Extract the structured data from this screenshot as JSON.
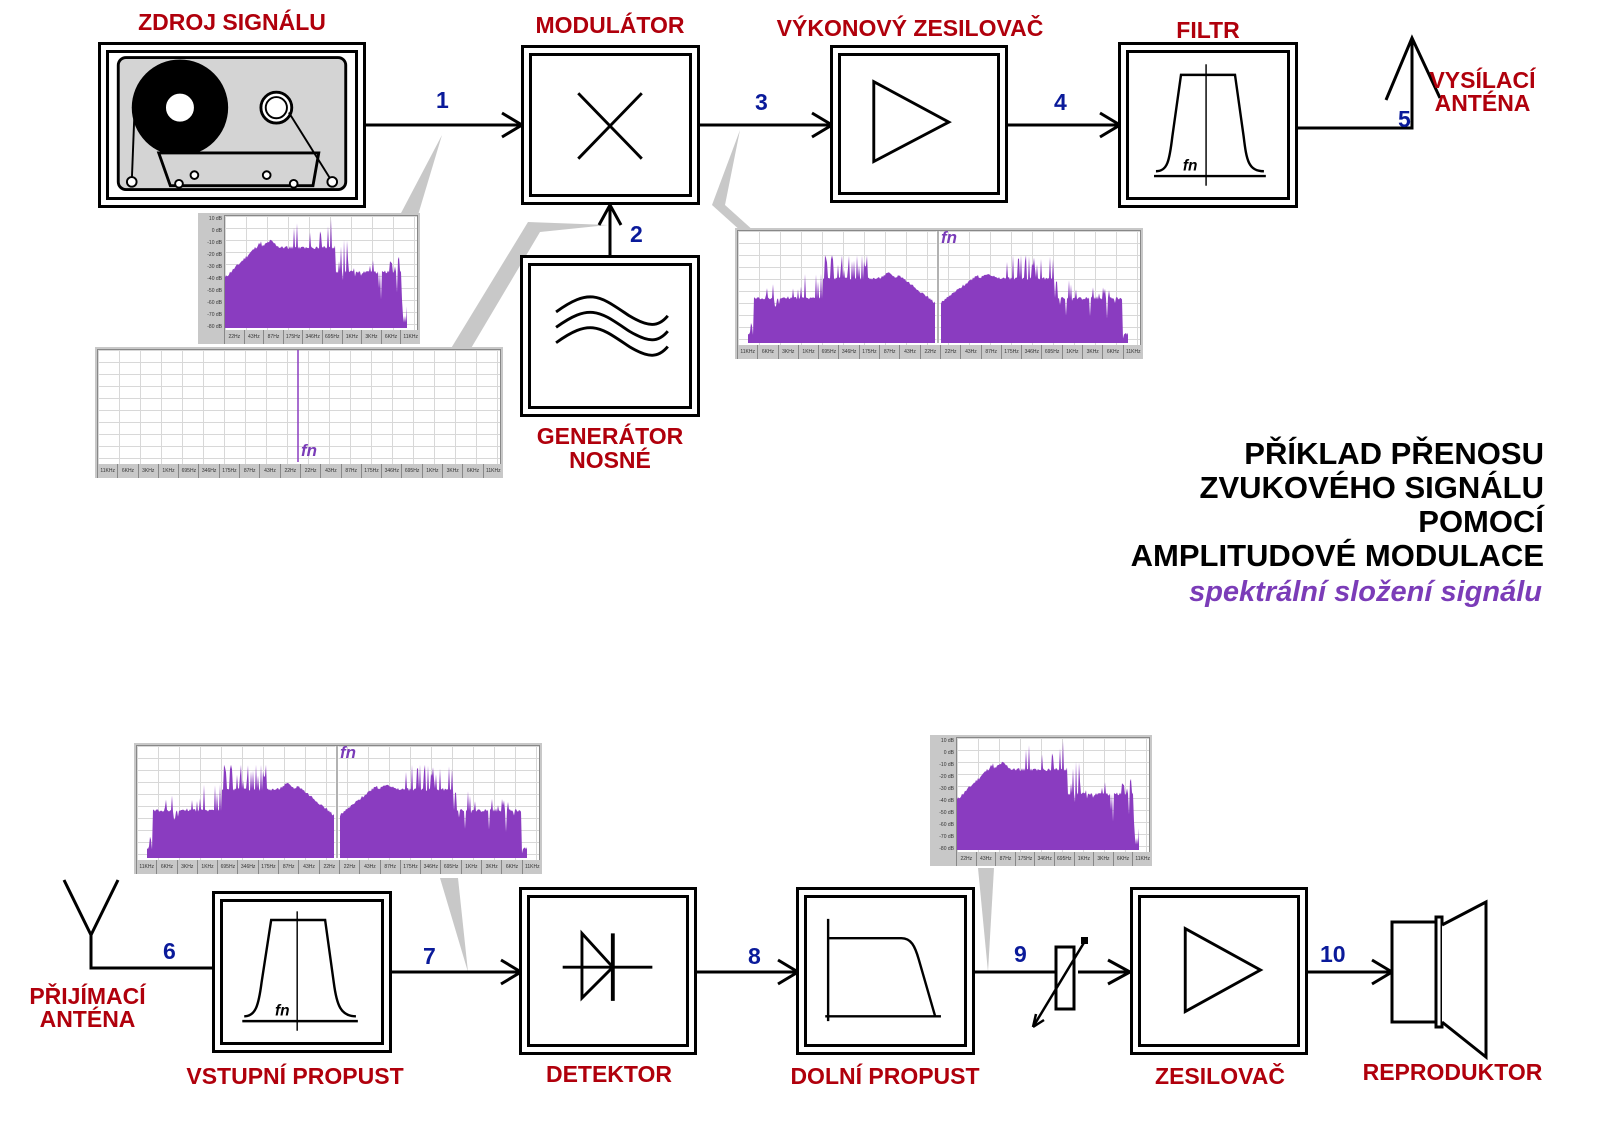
{
  "title": {
    "lines": [
      "PŘÍKLAD PŘENOSU",
      "ZVUKOVÉHO SIGNÁLU",
      "POMOCÍ",
      "AMPLITUDOVÉ MODULACE"
    ],
    "subtitle": "spektrální složení signálu"
  },
  "blocks": {
    "source": "ZDROJ SIGNÁLU",
    "modulator": "MODULÁTOR",
    "power_amp": "VÝKONOVÝ ZESILOVAČ",
    "filter": "FILTR",
    "tx_antenna": [
      "VYSÍLACÍ",
      "ANTÉNA"
    ],
    "carrier_gen": [
      "GENERÁTOR",
      "NOSNÉ"
    ],
    "rx_antenna": [
      "PŘIJÍMACÍ",
      "ANTÉNA"
    ],
    "input_bandpass": "VSTUPNÍ PROPUST",
    "detector": "DETEKTOR",
    "lowpass": "DOLNÍ PROPUST",
    "amplifier": "ZESILOVAČ",
    "speaker": "REPRODUKTOR"
  },
  "nodes": [
    "1",
    "2",
    "3",
    "4",
    "5",
    "6",
    "7",
    "8",
    "9",
    "10"
  ],
  "fn_label": "fn",
  "colors": {
    "label": "#b0000c",
    "node": "#0a1a9a",
    "spectrum": "#8a3cc0",
    "subtitle": "#7b3cb8"
  },
  "spectra": {
    "audio": {
      "y_ticks": [
        "10 dB",
        "0 dB",
        "-10 dB",
        "-20 dB",
        "-30 dB",
        "-40 dB",
        "-50 dB",
        "-60 dB",
        "-70 dB",
        "-80 dB"
      ],
      "x_ticks": [
        "22Hz",
        "43Hz",
        "87Hz",
        "175Hz",
        "346Hz",
        "695Hz",
        "1KHz",
        "3KHz",
        "6KHz",
        "11KHz"
      ]
    },
    "carrier": {
      "x_ticks": [
        "11KHz",
        "6KHz",
        "3KHz",
        "1KHz",
        "695Hz",
        "346Hz",
        "175Hz",
        "87Hz",
        "43Hz",
        "22Hz",
        "22Hz",
        "43Hz",
        "87Hz",
        "175Hz",
        "346Hz",
        "695Hz",
        "1KHz",
        "3KHz",
        "6KHz",
        "11KHz"
      ]
    },
    "am": {
      "x_ticks": [
        "11KHz",
        "6KHz",
        "3KHz",
        "1KHz",
        "695Hz",
        "346Hz",
        "175Hz",
        "87Hz",
        "43Hz",
        "22Hz",
        "22Hz",
        "43Hz",
        "87Hz",
        "175Hz",
        "346Hz",
        "695Hz",
        "1KHz",
        "3KHz",
        "6KHz",
        "11KHz"
      ]
    }
  }
}
